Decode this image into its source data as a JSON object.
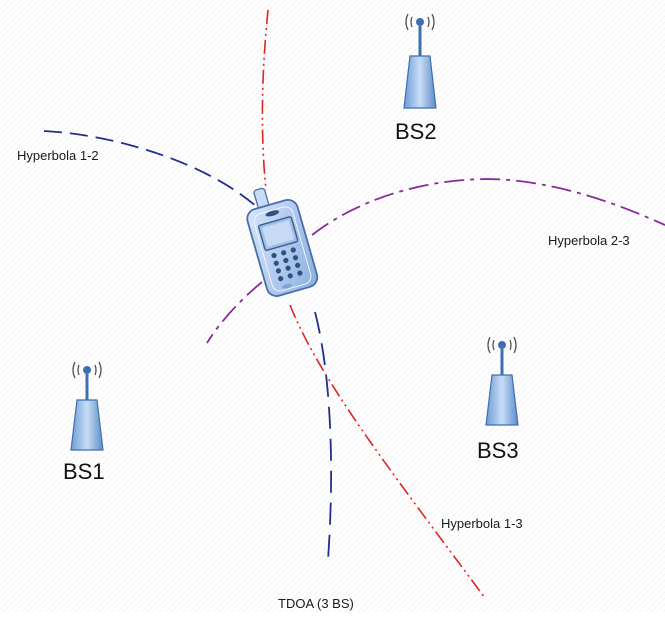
{
  "labels": {
    "hyperbola_12": "Hyperbola 1-2",
    "hyperbola_23": "Hyperbola 2-3",
    "hyperbola_13": "Hyperbola 1-3",
    "caption": "TDOA (3 BS)"
  },
  "stations": {
    "bs1": "BS1",
    "bs2": "BS2",
    "bs3": "BS3"
  },
  "colors": {
    "hyperbola_12": "#1f2f8f",
    "hyperbola_23": "#8a2a9a",
    "hyperbola_13": "#e02424",
    "antenna": "#3f6fb0",
    "antenna_fill": "#9cc0e8",
    "phone_body": "#a9c6ee"
  },
  "icons": [
    "base-station-antenna-icon",
    "mobile-phone-icon"
  ]
}
